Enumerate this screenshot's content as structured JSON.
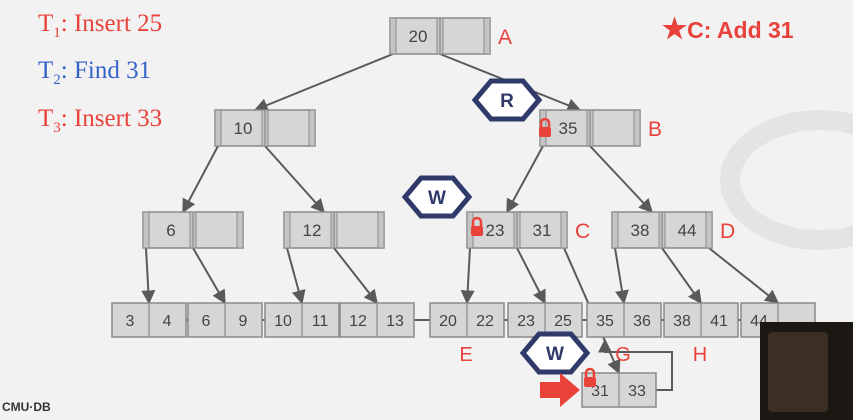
{
  "transactions": [
    {
      "prefix": "T",
      "sub": "1",
      "text": ": Insert 25",
      "color": "#e8423a"
    },
    {
      "prefix": "T",
      "sub": "2",
      "text": ": Find 31",
      "color": "#3563c9"
    },
    {
      "prefix": "T",
      "sub": "3",
      "text": ": Insert 33",
      "color": "#e8423a"
    }
  ],
  "note": {
    "icon": "star-icon",
    "text": "C: Add 31"
  },
  "tree": {
    "nodes": [
      {
        "id": "A",
        "keys": [
          "20",
          ""
        ],
        "label": "A"
      },
      {
        "id": "n10",
        "keys": [
          "10",
          ""
        ],
        "label": ""
      },
      {
        "id": "B",
        "keys": [
          "35",
          ""
        ],
        "label": "B"
      },
      {
        "id": "n6",
        "keys": [
          "6",
          ""
        ],
        "label": ""
      },
      {
        "id": "n12",
        "keys": [
          "12",
          ""
        ],
        "label": ""
      },
      {
        "id": "C",
        "keys": [
          "23",
          "31"
        ],
        "label": "C"
      },
      {
        "id": "D",
        "keys": [
          "38",
          "44"
        ],
        "label": "D"
      }
    ],
    "leaves": [
      {
        "id": "L1",
        "keys": [
          "3",
          "4"
        ],
        "label": ""
      },
      {
        "id": "L2",
        "keys": [
          "6",
          "9"
        ],
        "label": ""
      },
      {
        "id": "L3",
        "keys": [
          "10",
          "11"
        ],
        "label": ""
      },
      {
        "id": "L4",
        "keys": [
          "12",
          "13"
        ],
        "label": ""
      },
      {
        "id": "E",
        "keys": [
          "20",
          "22"
        ],
        "label": "E"
      },
      {
        "id": "L6",
        "keys": [
          "23",
          "25"
        ],
        "label": ""
      },
      {
        "id": "G",
        "keys": [
          "35",
          "36"
        ],
        "label": "G"
      },
      {
        "id": "H",
        "keys": [
          "38",
          "41"
        ],
        "label": "H"
      },
      {
        "id": "L9",
        "keys": [
          "44",
          ""
        ],
        "label": ""
      },
      {
        "id": "N",
        "keys": [
          "31",
          "33"
        ],
        "label": ""
      }
    ],
    "latches": [
      {
        "mode": "R",
        "on": "B"
      },
      {
        "mode": "W",
        "on": "C"
      },
      {
        "mode": "W",
        "on": "N"
      }
    ]
  },
  "footer": {
    "logo_text": "CMU·DB"
  },
  "colors": {
    "red": "#e8423a",
    "blue": "#3563c9",
    "node_fill": "#d6d6d6",
    "node_stroke": "#8a8a8a",
    "edge": "#5a5a5a",
    "latch_stroke": "#2f3a6b"
  }
}
